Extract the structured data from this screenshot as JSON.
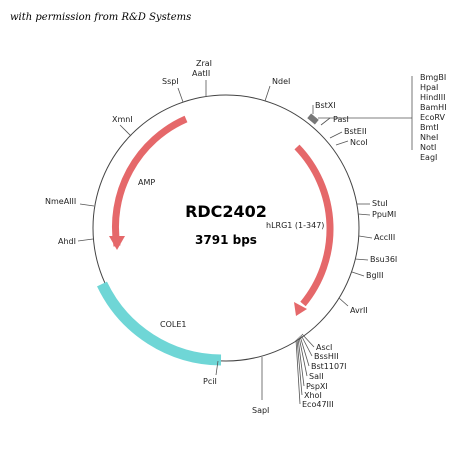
{
  "credit": "with permission from R&D Systems",
  "plasmid": {
    "name": "RDC2402",
    "size": "3791 bps"
  },
  "features": [
    {
      "label": "AMP",
      "color": "#e5686a"
    },
    {
      "label": "hLRG1 (1-347)",
      "color": "#e5686a"
    },
    {
      "label": "COLE1",
      "color": "#6fd6d6"
    },
    {
      "label": "BstXI",
      "color": "#777777"
    }
  ],
  "sites": {
    "zral": "ZraI",
    "aatii": "AatII",
    "sspi": "SspI",
    "ndei": "NdeI",
    "xmni": "XmnI",
    "bstxi": "BstXI",
    "pasi": "PasI",
    "bsteii": "BstEII",
    "ncoi": "NcoI",
    "nmeaiii": "NmeAIII",
    "ahdi": "AhdI",
    "stui": "StuI",
    "ppumi": "PpuMI",
    "acciii": "AccIII",
    "bsu36i": "Bsu36I",
    "bglii": "BglII",
    "avrii": "AvrII",
    "pcii": "PciI",
    "sapi": "SapI",
    "mcs_right": [
      "BmgBI",
      "HpaI",
      "HindIII",
      "BamHI",
      "EcoRV",
      "BmtI",
      "NheI",
      "NotI",
      "EagI"
    ],
    "mcs_bottom": [
      "AscI",
      "BssHII",
      "Bst1107I",
      "SalI",
      "PspXI",
      "XhoI",
      "Eco47III"
    ]
  }
}
